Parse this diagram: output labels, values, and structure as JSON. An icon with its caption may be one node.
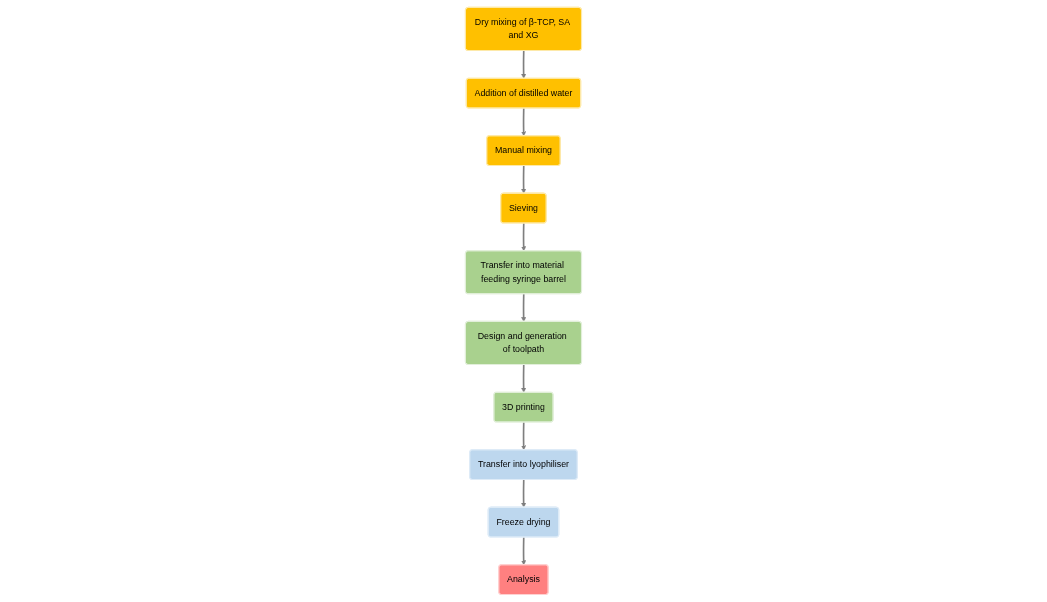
{
  "diagram": {
    "nodes": [
      {
        "text": [
          "Dry mixing of β-TCP, SA and XG"
        ]
      },
      {
        "text": [
          "Addition of distilled water"
        ]
      },
      {
        "text": [
          "Manual mixing"
        ]
      },
      {
        "text": [
          "Sieving"
        ]
      },
      {
        "text": [
          "Transfer into material feeding syringe barrel"
        ]
      },
      {
        "text": [
          "Design and generation of toolpath"
        ]
      },
      {
        "text": [
          "3D printing"
        ]
      },
      {
        "text": [
          "Transfer into lyophiliser"
        ]
      },
      {
        "text": [
          "Freeze drying"
        ]
      },
      {
        "text": [
          "Analysis"
        ]
      }
    ],
    "edges": [
      {
        "from": 0,
        "to": 1,
        "arrow": "to"
      },
      {
        "from": 1,
        "to": 2,
        "arrow": "to"
      },
      {
        "from": 2,
        "to": 3,
        "arrow": "to"
      },
      {
        "from": 3,
        "to": 4,
        "arrow": "to"
      },
      {
        "from": 4,
        "to": 5,
        "arrow": "to"
      },
      {
        "from": 5,
        "to": 6,
        "arrow": "to"
      },
      {
        "from": 6,
        "to": 7,
        "arrow": "to"
      },
      {
        "from": 7,
        "to": 8,
        "arrow": "to"
      },
      {
        "from": 8,
        "to": 9,
        "arrow": "to"
      }
    ]
  }
}
